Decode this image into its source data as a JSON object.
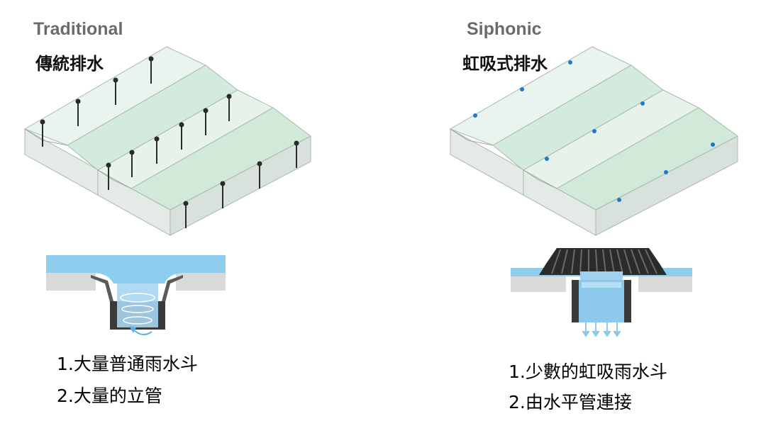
{
  "traditional": {
    "title_en": "Traditional",
    "title_zh": "傳統排水",
    "features": [
      "1.大量普通雨水斗",
      "2.大量的立管"
    ]
  },
  "siphonic": {
    "title_en": "Siphonic",
    "title_zh": "虹吸式排水",
    "features": [
      "1.少數的虹吸雨水斗",
      "2.由水平管連接"
    ]
  },
  "colors": {
    "roof_fill": "#dcefe3",
    "roof_stroke": "#a9b7ae",
    "wall_fill": "#e6ebe8",
    "water": "#8fcdee",
    "pipe": "#2a2a2a",
    "outlet_blue": "#1f78c8"
  }
}
